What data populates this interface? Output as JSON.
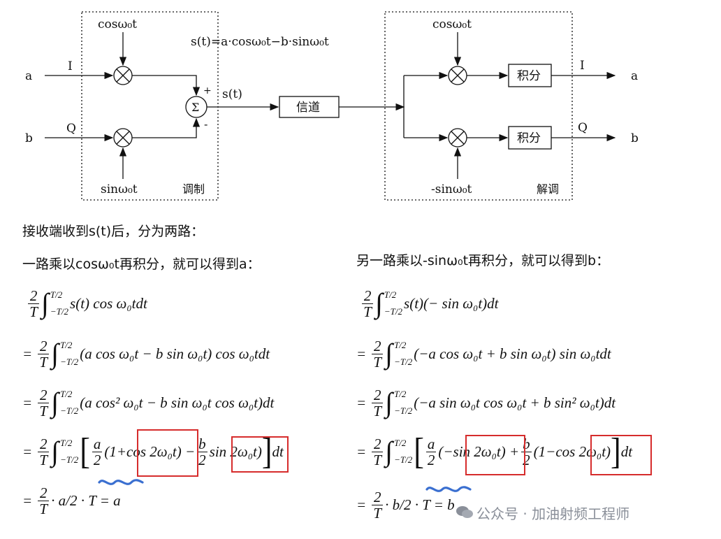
{
  "diagram": {
    "mod_cos": "cosω₀t",
    "mod_sin": "sinω₀t",
    "signal_eq": "s(t)=a·cosω₀t−b·sinω₀t",
    "in_a": "a",
    "in_b": "b",
    "label_I": "I",
    "label_Q": "Q",
    "plus": "+",
    "minus": "-",
    "sigma": "Σ",
    "st": "s(t)",
    "channel": "信道",
    "mod_label": "调制",
    "demod_cos": "cosω₀t",
    "demod_sin": "-sinω₀t",
    "integ1": "积分",
    "integ2": "积分",
    "out_I": "I",
    "out_Q": "Q",
    "out_a": "a",
    "out_b": "b",
    "demod_label": "解调"
  },
  "text": {
    "intro": "接收端收到s(t)后，分为两路：",
    "left_head": "一路乘以cosω₀t再积分，就可以得到a：",
    "right_head": "另一路乘以-sinω₀t再积分，就可以得到b："
  },
  "equations": {
    "left": [
      {
        "pre": "",
        "body": "s(t) cos ω₀tdt"
      },
      {
        "pre": "=",
        "body": "(a cos ω₀t − b sin ω₀t) cos ω₀tdt"
      },
      {
        "pre": "=",
        "body": "(a cos² ω₀t − b sin ω₀t cos ω₀t)dt"
      },
      {
        "pre": "=",
        "c1n": "a",
        "c1d": "2",
        "m1": "(1+cos 2ω₀t) −",
        "c2n": "b",
        "c2d": "2",
        "m2": "sin 2ω₀t)",
        "tail": "dt"
      },
      {
        "pre": "=",
        "last": "· a/2 · T = a"
      }
    ],
    "right": [
      {
        "pre": "",
        "body": "s(t)(− sin ω₀t)dt"
      },
      {
        "pre": "=",
        "body": "(−a cos ω₀t + b sin ω₀t) sin ω₀tdt"
      },
      {
        "pre": "=",
        "body": "(−a sin ω₀t cos ω₀t + b sin² ω₀t)dt"
      },
      {
        "pre": "=",
        "c1n": "a",
        "c1d": "2",
        "m1": "(−sin 2ω₀t) +",
        "c2n": "b",
        "c2d": "2",
        "m2": "(1−cos 2ω₀t)",
        "tail": "dt"
      },
      {
        "pre": "=",
        "last": "· b/2 · T = b"
      }
    ],
    "frac_num": "2",
    "frac_den": "T",
    "lim_up": "T/2",
    "lim_lo": "−T/2"
  },
  "watermark": "公众号 · 加油射频工程师",
  "colors": {
    "highlight": "#d62c2c",
    "squiggle": "#3a6fd0",
    "line": "#111111"
  }
}
